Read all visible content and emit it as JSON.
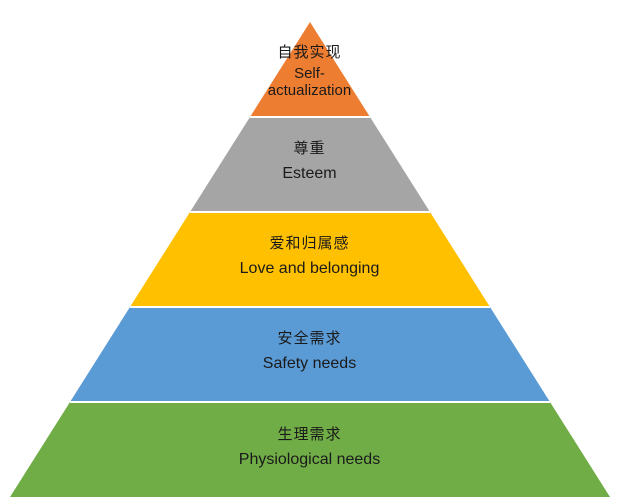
{
  "diagram": {
    "tiers": [
      {
        "cn": "自我实现",
        "en": "Self-actualization",
        "color": "#ED7D31"
      },
      {
        "cn": "尊重",
        "en": "Esteem",
        "color": "#A5A5A5"
      },
      {
        "cn": "爱和归属感",
        "en": "Love and belonging",
        "color": "#FFC000"
      },
      {
        "cn": "安全需求",
        "en": "Safety needs",
        "color": "#5B9BD5"
      },
      {
        "cn": "生理需求",
        "en": "Physiological needs",
        "color": "#70AD47"
      }
    ]
  }
}
